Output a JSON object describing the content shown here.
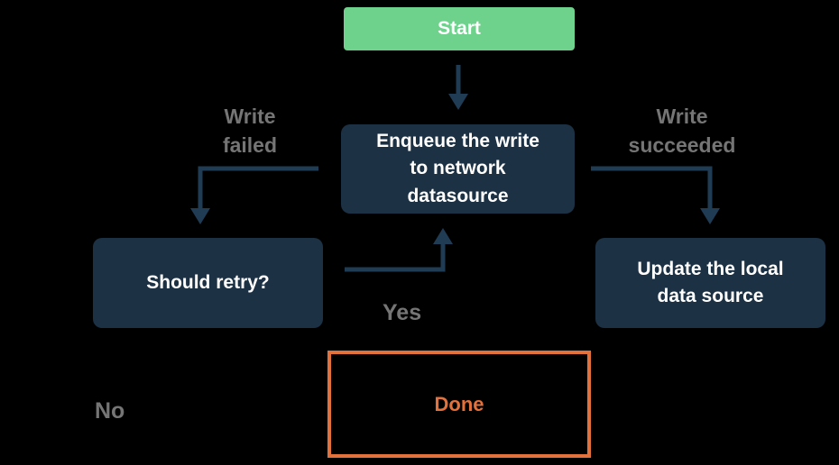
{
  "diagram": {
    "type": "flowchart",
    "background": "#000000",
    "colors": {
      "start_fill": "#6FD28C",
      "process_fill": "#1C3144",
      "connector_stroke": "#203C55",
      "edge_label_text": "#757575",
      "done_border": "#E2713C",
      "node_text": "#FFFFFF"
    },
    "nodes": {
      "start": {
        "label": "Start"
      },
      "enqueue": {
        "label": "Enqueue the write to network datasource"
      },
      "should_retry": {
        "label": "Should retry?"
      },
      "update_local": {
        "label": "Update the local data source"
      },
      "done": {
        "label": "Done"
      }
    },
    "edge_labels": {
      "write_failed": "Write failed",
      "write_succeeded": "Write succeeded",
      "yes": "Yes",
      "no": "No"
    },
    "edges": [
      {
        "from": "start",
        "to": "enqueue",
        "label": ""
      },
      {
        "from": "enqueue",
        "to": "should_retry",
        "label": "Write failed"
      },
      {
        "from": "enqueue",
        "to": "update_local",
        "label": "Write succeeded"
      },
      {
        "from": "should_retry",
        "to": "enqueue",
        "label": "Yes"
      },
      {
        "from": "should_retry",
        "to": "done",
        "label": "No"
      }
    ]
  }
}
